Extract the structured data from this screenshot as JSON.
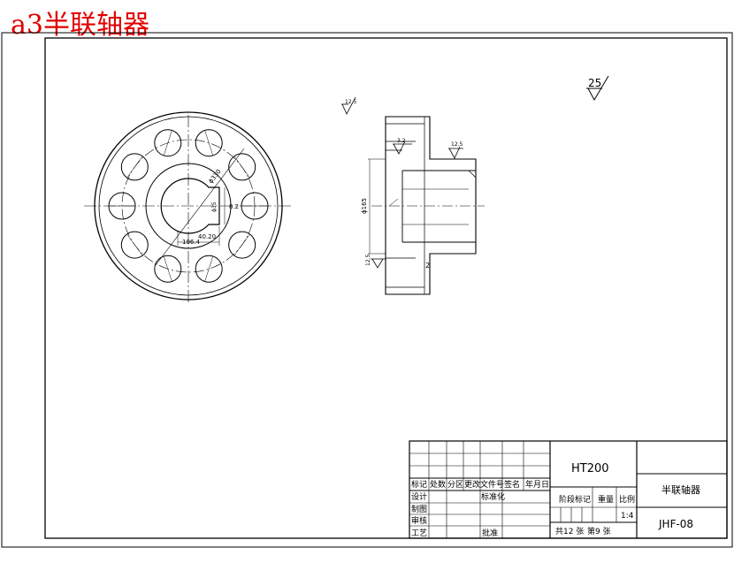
{
  "title": "a3半联轴器",
  "front_view": {
    "roughness_symbols": [
      "12.5",
      "3.2",
      "12.5",
      "12.5"
    ],
    "dim_diameter_165": "ϕ165",
    "chamfer": "2"
  },
  "side_view": {
    "dim_bolt_circle": "ϕ330",
    "dim_keyway_height": "106.4",
    "dim_keyway_width": "40.20",
    "dim_keyway_tol": "0.2",
    "dim_hub_small": "ϕ35"
  },
  "general_roughness": "25",
  "title_block": {
    "material": "HT200",
    "part_name": "半联轴器",
    "drawing_number": "JHF-08",
    "header_row": [
      "标记",
      "处数",
      "分区",
      "更改文件号",
      "签名",
      "年月日"
    ],
    "row_design": "设计",
    "row_standardize": "标准化",
    "row_drafting": "制图",
    "row_review": "审核",
    "row_process": "工艺",
    "row_approve": "批准",
    "stage_mark": "阶段标记",
    "weight": "重量",
    "scale": "比例",
    "scale_value": "1:4",
    "sheets_total": "共12 张",
    "sheet_current": "第9 张"
  }
}
